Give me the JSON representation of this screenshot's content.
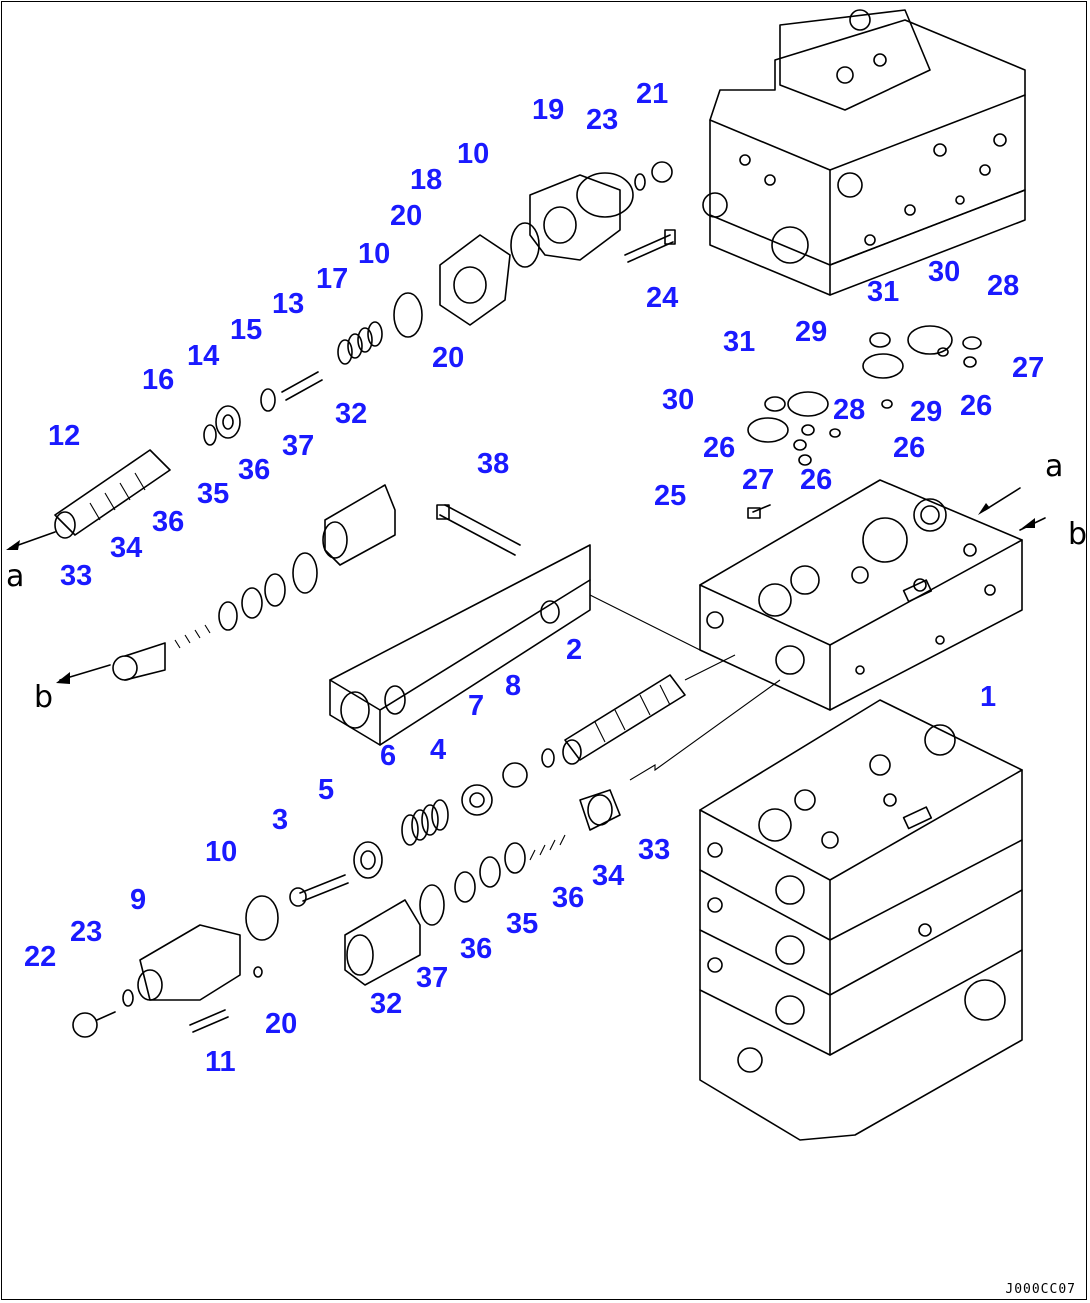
{
  "drawing_code": "J000CC07",
  "direction_markers": [
    "a",
    "b",
    "a",
    "b"
  ],
  "callouts": [
    "1",
    "2",
    "3",
    "4",
    "5",
    "6",
    "7",
    "8",
    "9",
    "10",
    "10",
    "10",
    "11",
    "12",
    "13",
    "14",
    "15",
    "16",
    "17",
    "18",
    "19",
    "20",
    "20",
    "20",
    "21",
    "22",
    "23",
    "23",
    "24",
    "25",
    "26",
    "26",
    "26",
    "26",
    "27",
    "27",
    "28",
    "28",
    "29",
    "29",
    "30",
    "30",
    "31",
    "31",
    "32",
    "32",
    "33",
    "33",
    "34",
    "34",
    "35",
    "35",
    "36",
    "36",
    "36",
    "36",
    "37",
    "37",
    "38"
  ],
  "colors": {
    "callout": "#1a1aff",
    "line": "#000000",
    "background": "#ffffff"
  }
}
